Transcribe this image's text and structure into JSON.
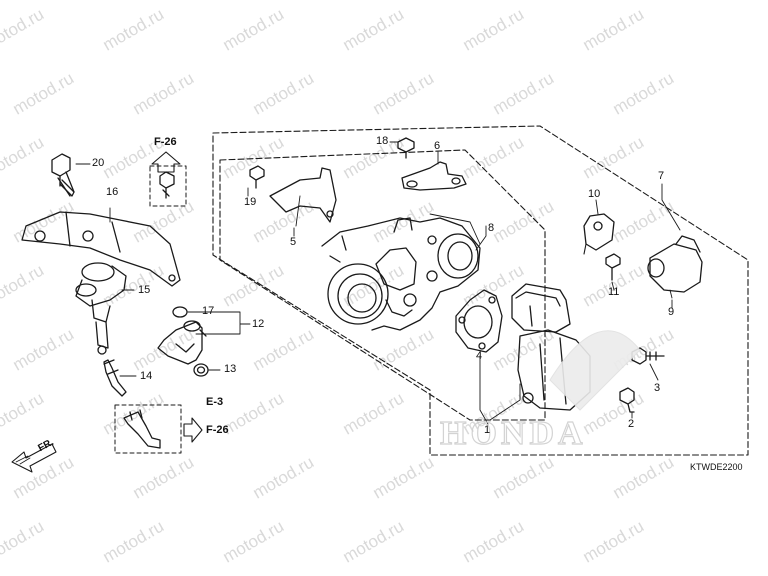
{
  "watermark": "motod.ru",
  "diagram_code": "KTWDE2200",
  "brand_logo_text": "HONDA",
  "direction_label": "FR.",
  "section_refs": {
    "f26_top": "F-26",
    "f26_bottom": "F-26",
    "e3": "E-3"
  },
  "callouts": {
    "c20": "20",
    "c16": "16",
    "c15": "15",
    "c14": "14",
    "c17": "17",
    "c12": "12",
    "c13": "13",
    "c18": "18",
    "c6": "6",
    "c19": "19",
    "c5": "5",
    "c8": "8",
    "c4": "4",
    "c1": "1",
    "c10": "10",
    "c11": "11",
    "c7": "7",
    "c9": "9",
    "c3": "3",
    "c2": "2"
  },
  "colors": {
    "line": "#1a1a1a",
    "watermark": "#d9d9d9",
    "logo": "#e8e8e8"
  }
}
